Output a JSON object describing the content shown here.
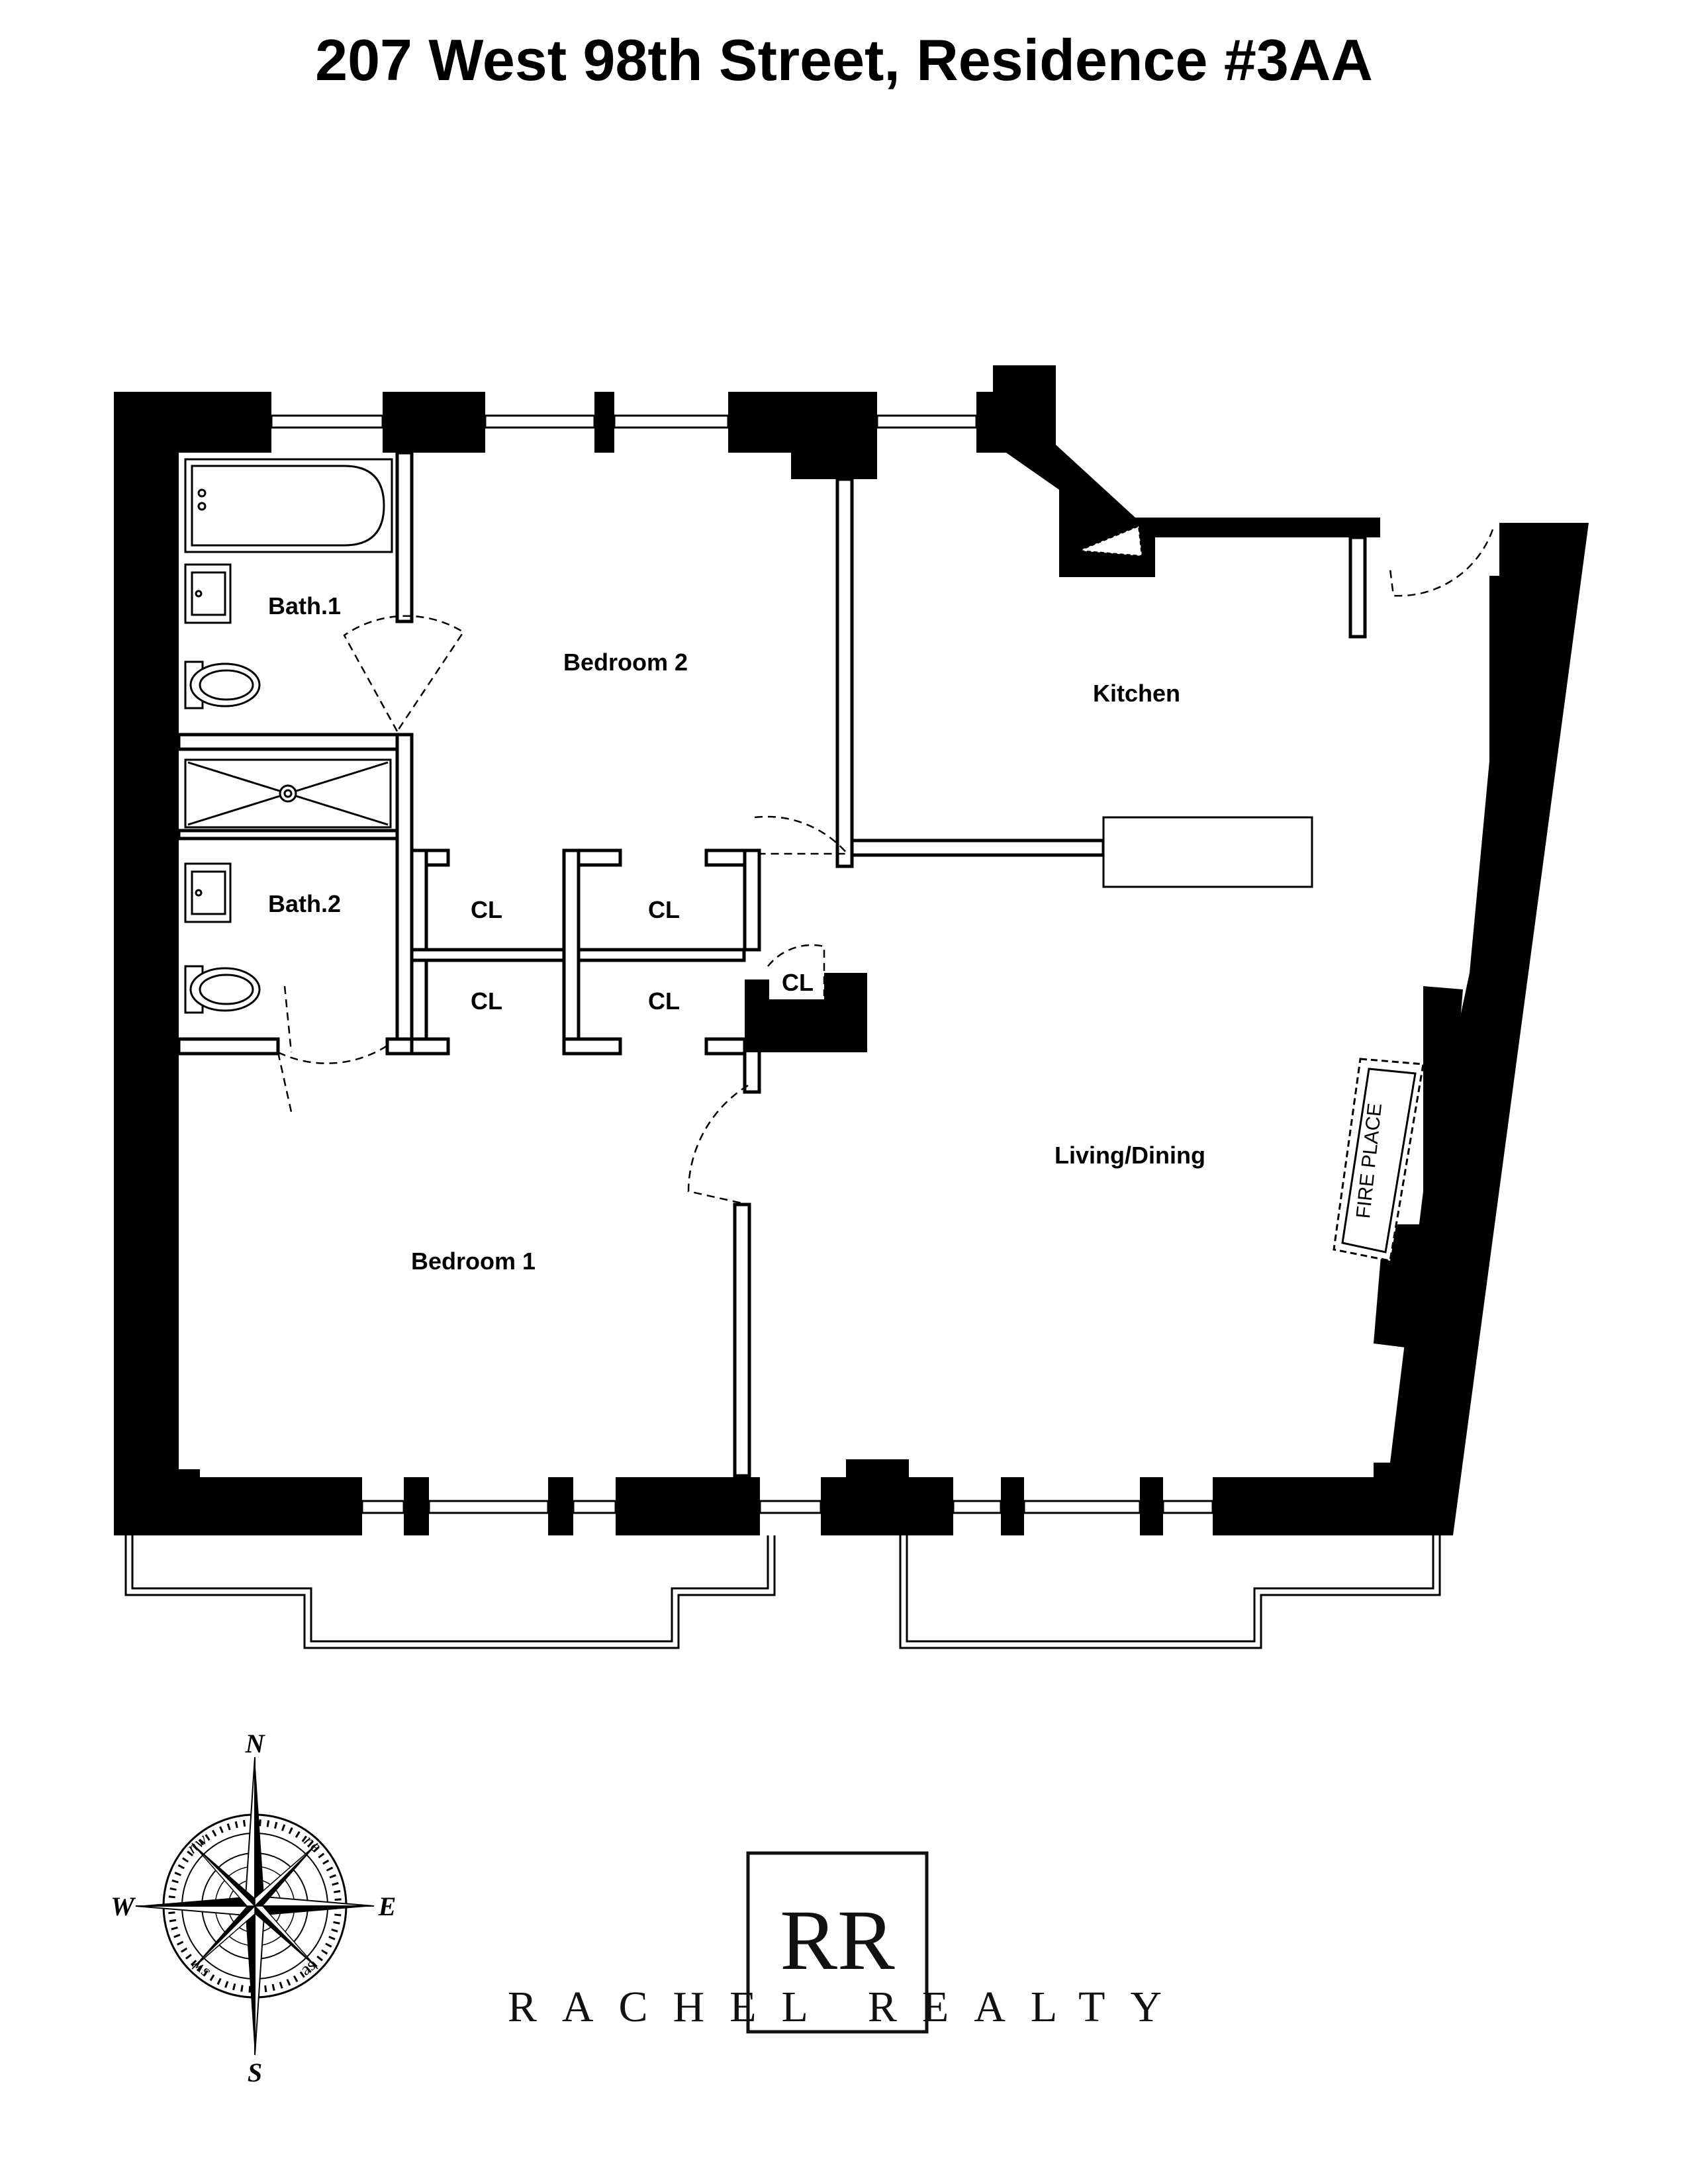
{
  "header": {
    "title": "207 West 98th Street, Residence #3AA"
  },
  "rooms": {
    "bath1": "Bath.1",
    "bath2": "Bath.2",
    "bedroom2": "Bedroom 2",
    "bedroom1": "Bedroom 1",
    "kitchen": "Kitchen",
    "living_dining": "Living/Dining",
    "fireplace": "FIRE PLACE"
  },
  "closets": [
    "CL",
    "CL",
    "CL",
    "CL",
    "CL"
  ],
  "compass": {
    "north": "N",
    "south": "S",
    "east": "E",
    "west": "W",
    "nw": "nw",
    "ne": "ne",
    "sw": "sw",
    "se": "se"
  },
  "logo": {
    "monogram": "RR",
    "brand": "RACHEL REALTY"
  },
  "colors": {
    "wall": "#000000",
    "line": "#000000",
    "background": "#ffffff"
  }
}
